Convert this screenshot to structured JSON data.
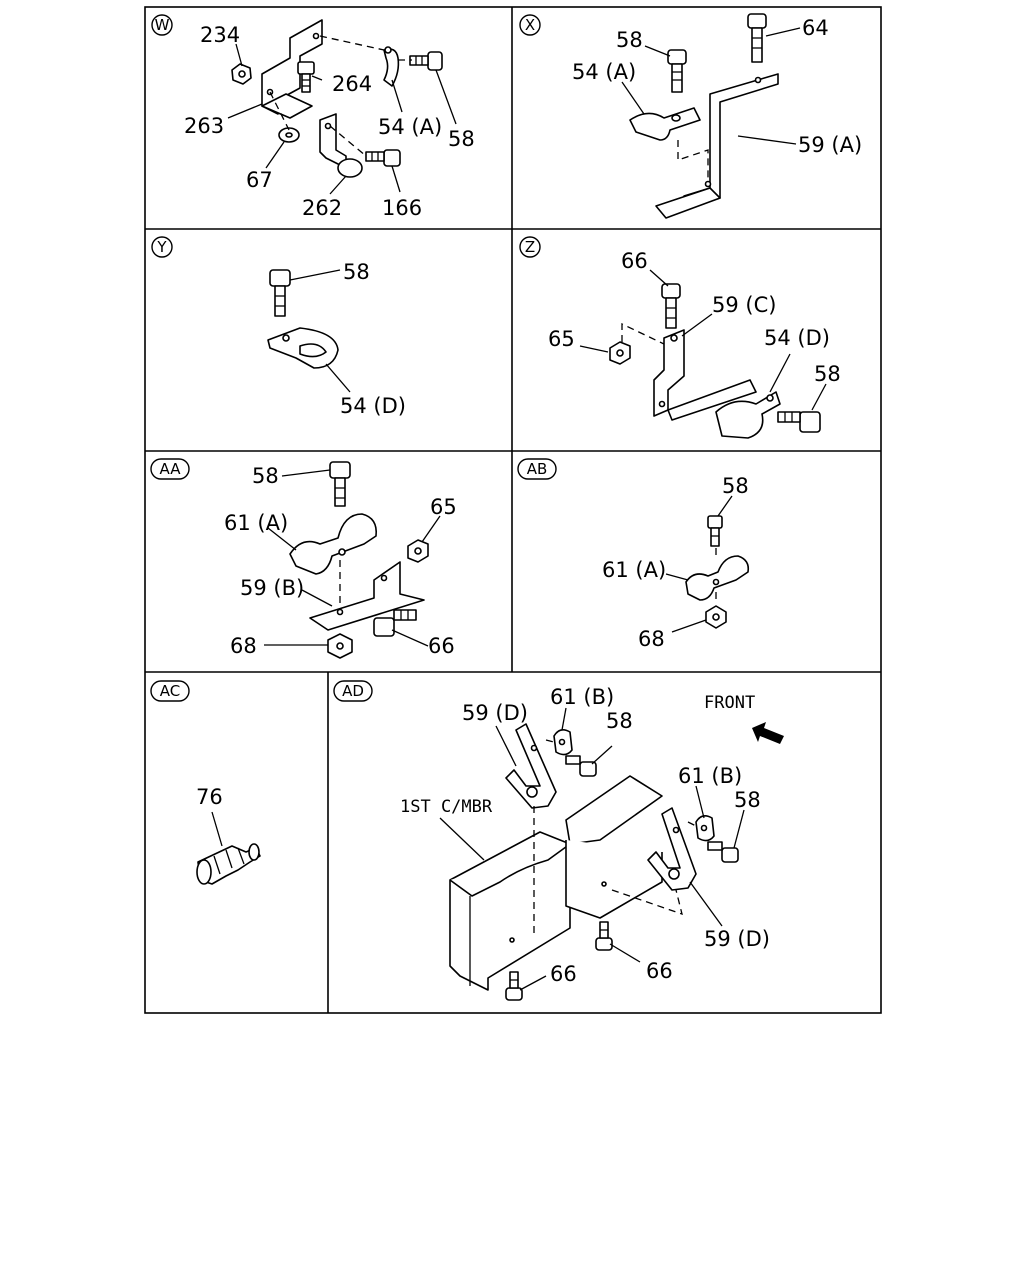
{
  "panels": [
    {
      "badge": "W",
      "labels": [
        "234",
        "264",
        "263",
        "54 (A)",
        "58",
        "67",
        "262",
        "166"
      ]
    },
    {
      "badge": "X",
      "labels": [
        "58",
        "64",
        "54 (A)",
        "59 (A)"
      ]
    },
    {
      "badge": "Y",
      "labels": [
        "58",
        "54 (D)"
      ]
    },
    {
      "badge": "Z",
      "labels": [
        "66",
        "59 (C)",
        "65",
        "54 (D)",
        "58"
      ]
    },
    {
      "badge": "AA",
      "labels": [
        "58",
        "65",
        "61 (A)",
        "59 (B)",
        "68",
        "66"
      ]
    },
    {
      "badge": "AB",
      "labels": [
        "58",
        "61 (A)",
        "68"
      ]
    },
    {
      "badge": "AC",
      "labels": [
        "76"
      ]
    },
    {
      "badge": "AD",
      "labels": [
        "59 (D)",
        "61 (B)",
        "58",
        "FRONT",
        "1ST C/MBR",
        "61 (B)",
        "58",
        "59 (D)",
        "66",
        "66"
      ]
    }
  ]
}
